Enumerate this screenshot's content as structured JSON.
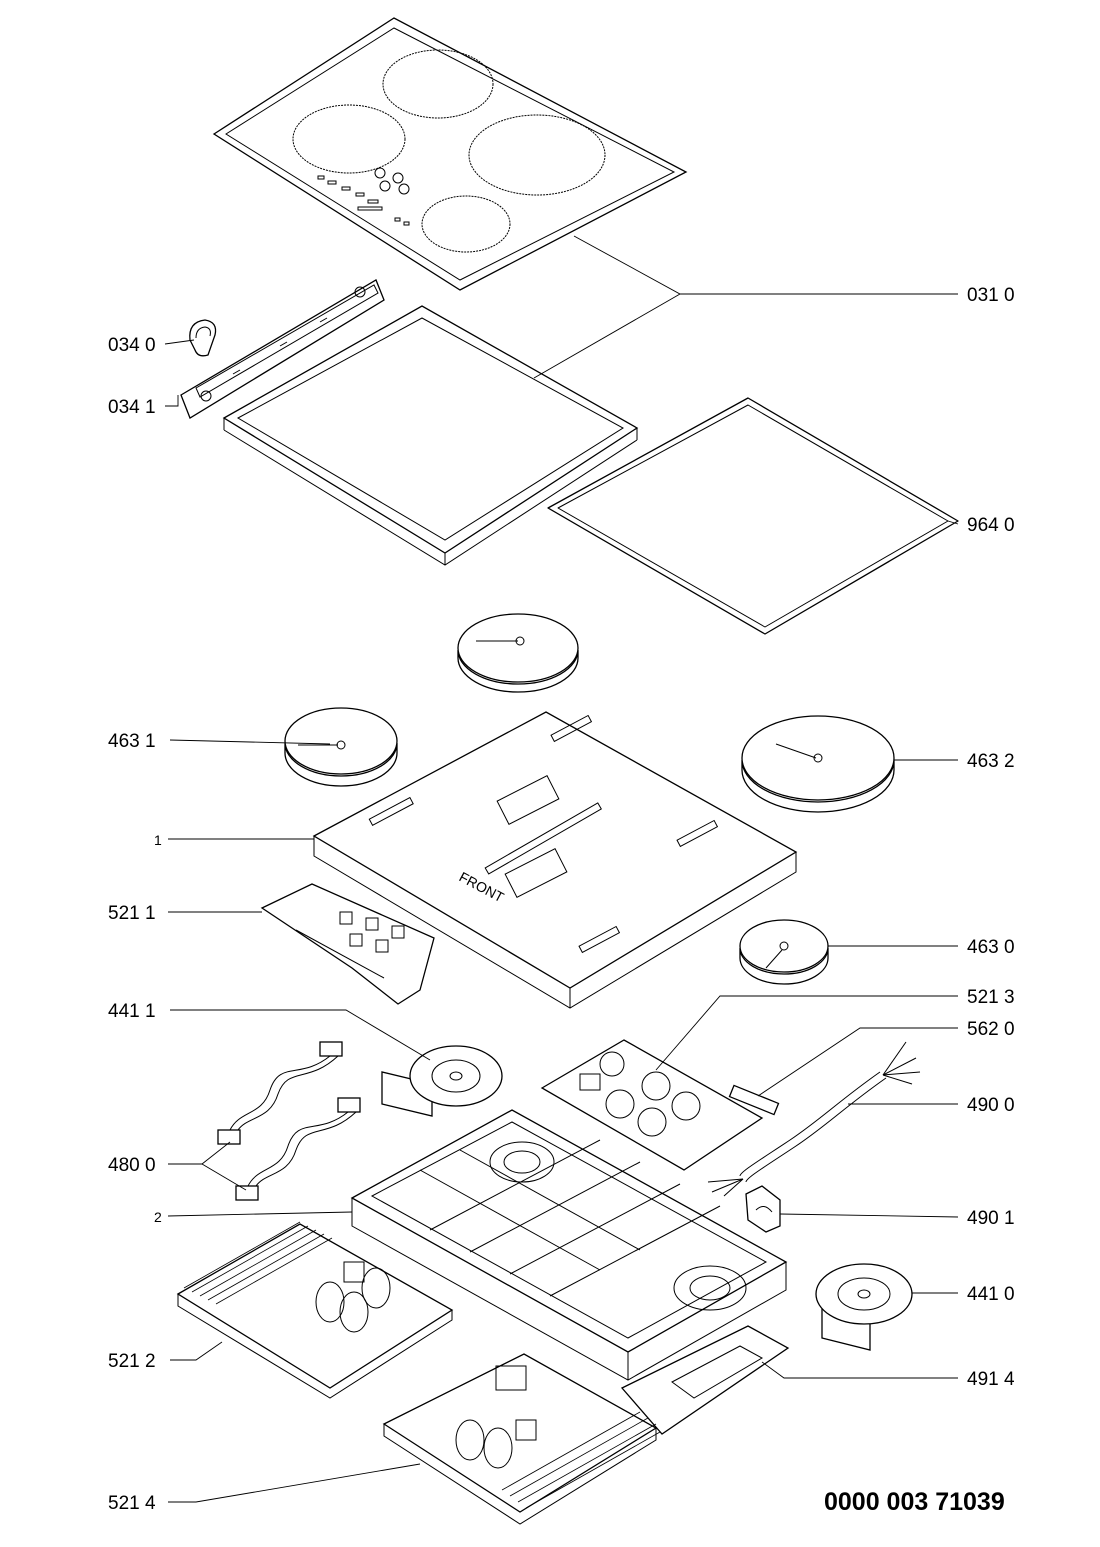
{
  "diagram": {
    "document_number": "0000 003 71039",
    "front_marking": "FRONT",
    "part_labels": {
      "p0310": "031 0",
      "p0340": "034 0",
      "p0341": "034 1",
      "p9640": "964 0",
      "p4631": "463 1",
      "p4632": "463 2",
      "p1": "1",
      "p5211": "521 1",
      "p4630": "463 0",
      "p4411": "441 1",
      "p5213": "521 3",
      "p5620": "562 0",
      "p4900": "490 0",
      "p4800": "480 0",
      "p2": "2",
      "p4901": "490 1",
      "p4410": "441 0",
      "p5212": "521 2",
      "p4914": "491 4",
      "p5214": "521 4"
    }
  }
}
